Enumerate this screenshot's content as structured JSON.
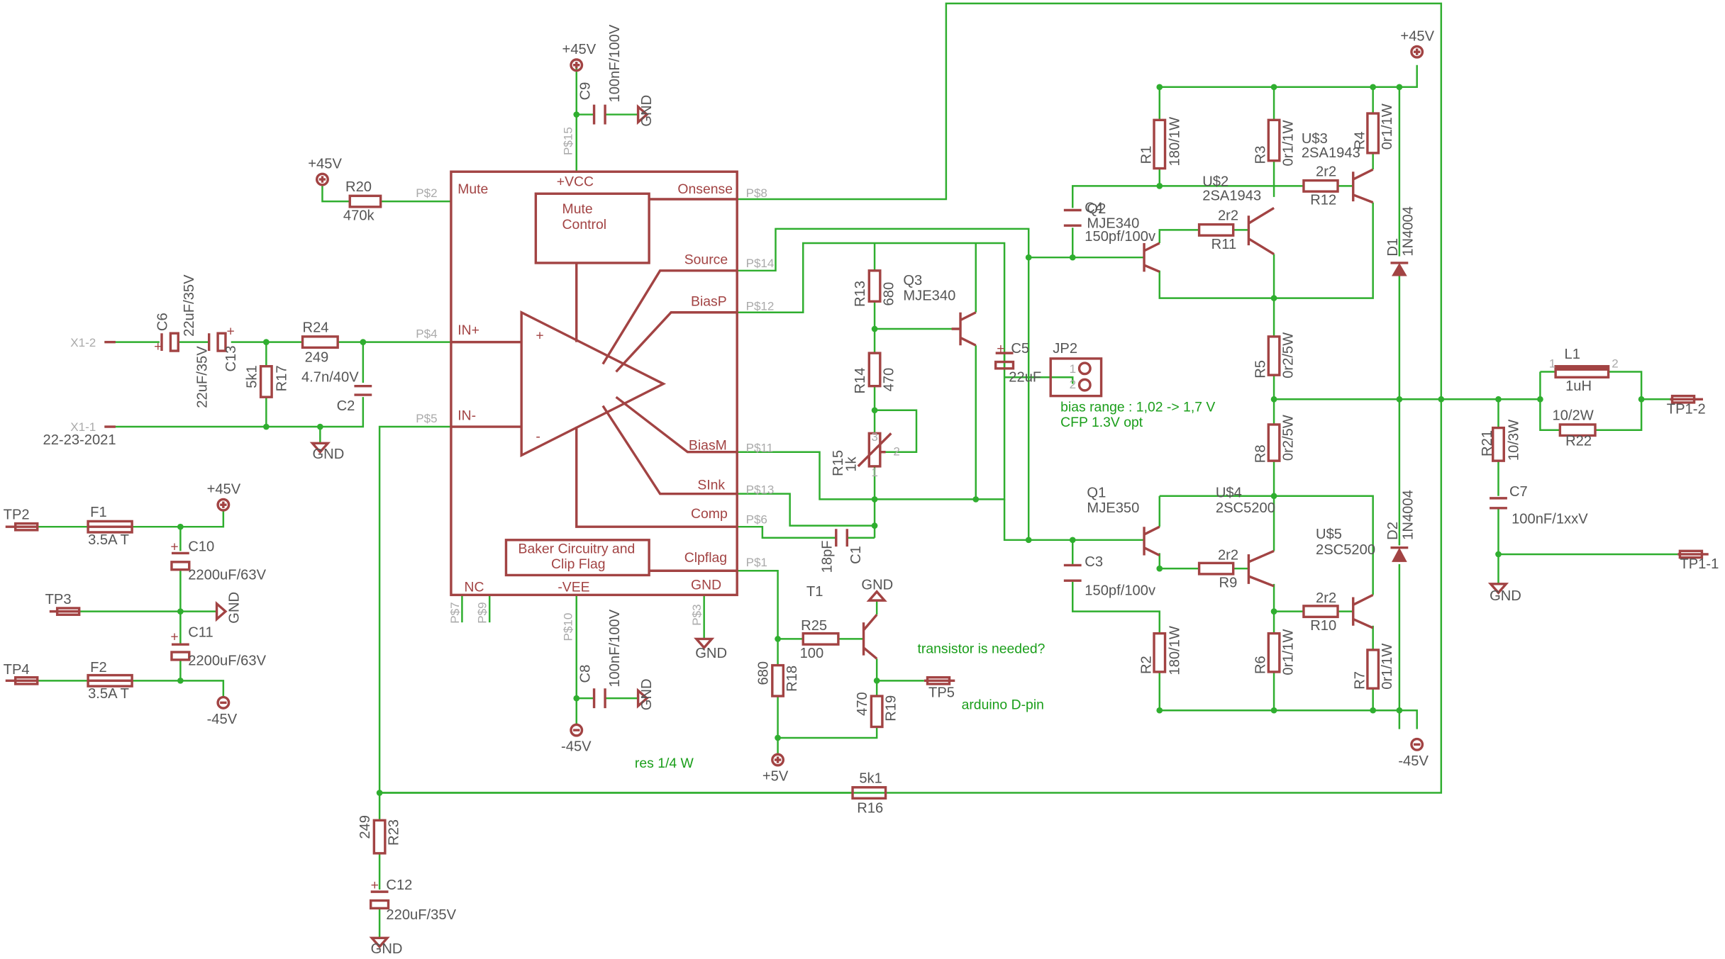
{
  "schematic": {
    "ic_pins": {
      "mute": "Mute",
      "vcc": "+VCC",
      "onsense": "Onsense",
      "source": "Source",
      "biasp": "BiasP",
      "inp": "IN+",
      "inm": "IN-",
      "biasm": "BiasM",
      "sink": "SInk",
      "comp": "Comp",
      "clpflag": "Clpflag",
      "nc": "NC",
      "vee": "-VEE",
      "gnd": "GND",
      "mute_block": [
        "Mute",
        "Control"
      ],
      "baker_block": [
        "Baker Circuitry and",
        "Clip Flag"
      ]
    },
    "pad_names": {
      "p2": "P$2",
      "p4": "P$4",
      "p5": "P$5",
      "p8": "P$8",
      "p14": "P$14",
      "p12": "P$12",
      "p11": "P$11",
      "p13": "P$13",
      "p6": "P$6",
      "p1": "P$1",
      "p15": "P$15",
      "p10": "P$10",
      "p7": "P$7",
      "p9": "P$9",
      "p3": "P$3"
    },
    "rails": {
      "pos45": "+45V",
      "neg45": "-45V",
      "gnd": "GND",
      "pos5": "+5V",
      "pos": "+",
      "neg": "-"
    },
    "components": {
      "r20": {
        "name": "R20",
        "value": "470k"
      },
      "c9": {
        "name": "C9",
        "value": "100nF/100V"
      },
      "c6": {
        "name": "C6",
        "value": "22uF/35V"
      },
      "c13": {
        "name": "C13",
        "value": "22uF/35V"
      },
      "r17": {
        "name": "R17",
        "value": "5k1"
      },
      "r24": {
        "name": "R24",
        "value": "249"
      },
      "c2": {
        "name": "C2",
        "value": "4.7n/40V"
      },
      "f1": {
        "name": "F1",
        "value": "3.5A T"
      },
      "c10": {
        "name": "C10",
        "value": "2200uF/63V"
      },
      "c11": {
        "name": "C11",
        "value": "2200uF/63V"
      },
      "f2": {
        "name": "F2",
        "value": "3.5A T"
      },
      "c8": {
        "name": "C8",
        "value": "100nF/100V"
      },
      "r13": {
        "name": "R13",
        "value": "680"
      },
      "q3": {
        "name": "Q3",
        "value": "MJE340"
      },
      "r14": {
        "name": "R14",
        "value": "470"
      },
      "r15": {
        "name": "R15",
        "value": "1k"
      },
      "c5": {
        "name": "C5",
        "value": "22uF"
      },
      "jp2": {
        "name": "JP2"
      },
      "c1": {
        "name": "C1",
        "value": "18pF"
      },
      "t1": {
        "name": "T1"
      },
      "r25": {
        "name": "R25",
        "value": "100"
      },
      "r18": {
        "name": "R18",
        "value": "680"
      },
      "r19": {
        "name": "R19",
        "value": "470"
      },
      "r16": {
        "name": "R16",
        "value": "5k1"
      },
      "r23": {
        "name": "R23",
        "value": "249"
      },
      "c12": {
        "name": "C12",
        "value": "220uF/35V"
      },
      "c4": {
        "name": "C4",
        "value": "150pf/100v"
      },
      "q2": {
        "name": "Q2",
        "value": "MJE340"
      },
      "r1": {
        "name": "R1",
        "value": "180/1W"
      },
      "r11": {
        "name": "R11",
        "value": "2r2"
      },
      "us2": {
        "name": "U$2",
        "value": "2SA1943"
      },
      "r3": {
        "name": "R3",
        "value": "0r1/1W"
      },
      "us3": {
        "name": "U$3",
        "value": "2SA1943"
      },
      "r12": {
        "name": "R12",
        "value": "2r2"
      },
      "r4": {
        "name": "R4",
        "value": "0r1/1W"
      },
      "d1": {
        "name": "D1",
        "value": "1N4004"
      },
      "r5": {
        "name": "R5",
        "value": "0r2/5W"
      },
      "r8": {
        "name": "R8",
        "value": "0r2/5W"
      },
      "q1": {
        "name": "Q1",
        "value": "MJE350"
      },
      "c3": {
        "name": "C3",
        "value": "150pf/100v"
      },
      "r9": {
        "name": "R9",
        "value": "2r2"
      },
      "us4": {
        "name": "U$4",
        "value": "2SC5200"
      },
      "us5": {
        "name": "U$5",
        "value": "2SC5200"
      },
      "r10": {
        "name": "R10",
        "value": "2r2"
      },
      "r2": {
        "name": "R2",
        "value": "180/1W"
      },
      "r6": {
        "name": "R6",
        "value": "0r1/1W"
      },
      "r7": {
        "name": "R7",
        "value": "0r1/1W"
      },
      "d2": {
        "name": "D2",
        "value": "1N4004"
      },
      "l1": {
        "name": "L1",
        "value": "1uH"
      },
      "r22": {
        "name": "R22",
        "value": "10/2W"
      },
      "r21": {
        "name": "R21",
        "value": "10/3W"
      },
      "c7": {
        "name": "C7",
        "value": "100nF/1xxV"
      }
    },
    "connectors": {
      "x1_2": "X1-2",
      "x1_1": "X1-1",
      "x1_date": "22-23-2021",
      "tp2": "TP2",
      "tp3": "TP3",
      "tp4": "TP4",
      "tp5": "TP5",
      "tp1_2": "TP1-2",
      "tp1_1": "TP1-1"
    },
    "pin_numbers": {
      "one": "1",
      "two": "2",
      "three": "3"
    },
    "notes": {
      "transistor": "transistor is needed?",
      "arduino": "arduino D-pin",
      "res": "res 1/4 W",
      "bias_range": "bias range : 1,02 -> 1,7 V",
      "cfp": "CFP 1.3V opt"
    },
    "colors": {
      "wire": "#2fae2f",
      "part": "#a24343",
      "label": "#555555",
      "pad": "#aaaaaa",
      "note": "#1a9e1a"
    }
  }
}
